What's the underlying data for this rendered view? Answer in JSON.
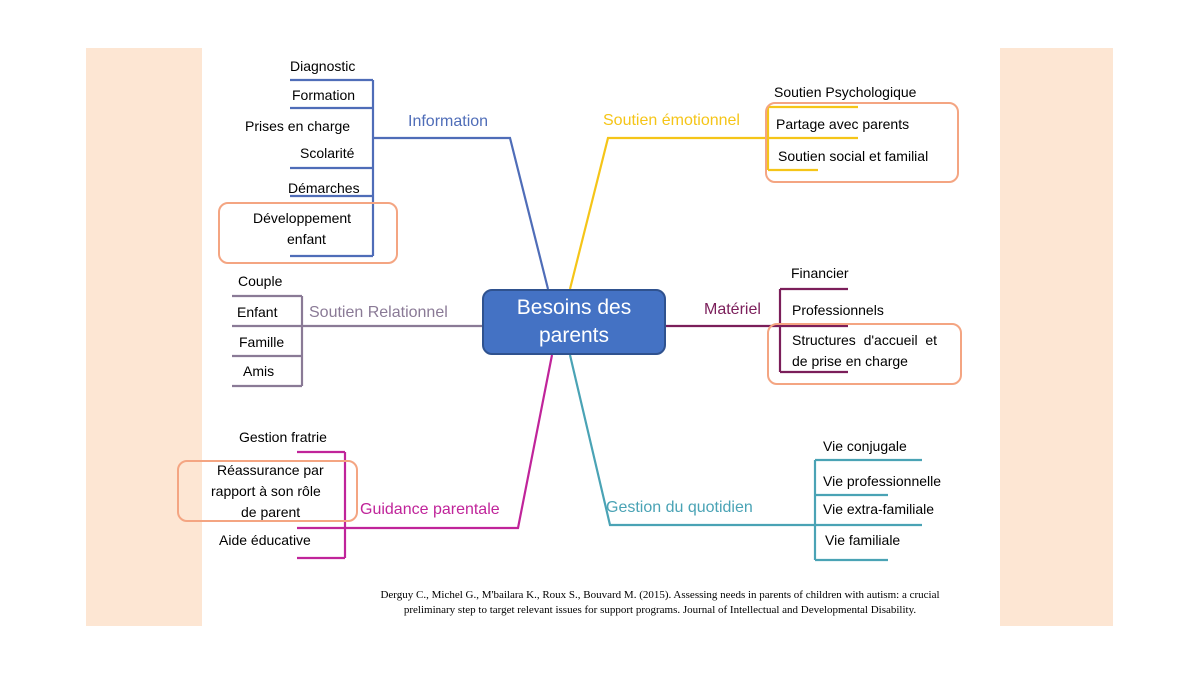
{
  "center": {
    "line1": "Besoins des",
    "line2": "parents"
  },
  "branches": {
    "information": {
      "label": "Information",
      "color": "#4f6db8",
      "items": [
        "Diagnostic",
        "Formation",
        "Prises en charge",
        "Scolarité",
        "Démarches"
      ],
      "highlight": {
        "line1": "Développement",
        "line2": "enfant"
      }
    },
    "soutien_emotionnel": {
      "label": "Soutien émotionnel",
      "color": "#f5c518",
      "items": [
        "Soutien Psychologique",
        "Partage avec parents",
        "Soutien social et familial"
      ]
    },
    "soutien_relationnel": {
      "label": "Soutien Relationnel",
      "color": "#8a7a96",
      "items": [
        "Couple",
        "Enfant",
        "Famille",
        "Amis"
      ]
    },
    "materiel": {
      "label": "Matériel",
      "color": "#7b1e5a",
      "items": [
        "Financier",
        "Professionnels"
      ],
      "highlight": {
        "line1": "Structures  d'accueil  et",
        "line2": "de prise en charge"
      }
    },
    "guidance_parentale": {
      "label": "Guidance parentale",
      "color": "#c0249a",
      "items": [
        "Gestion fratrie",
        "Aide éducative"
      ],
      "highlight": {
        "line1": "Réassurance par",
        "line2": "rapport à son rôle",
        "line3": "de parent"
      }
    },
    "gestion_quotidien": {
      "label": "Gestion du quotidien",
      "color": "#4aa3b5",
      "items": [
        "Vie conjugale",
        "Vie professionnelle",
        "Vie extra-familiale",
        "Vie familiale"
      ]
    }
  },
  "citation": {
    "line1": "Derguy C., Michel G., M'bailara K., Roux S., Bouvard M. (2015). Assessing needs in parents of children with autism: a crucial",
    "line2": "preliminary step to target relevant issues for support programs. Journal of Intellectual and Developmental Disability."
  }
}
